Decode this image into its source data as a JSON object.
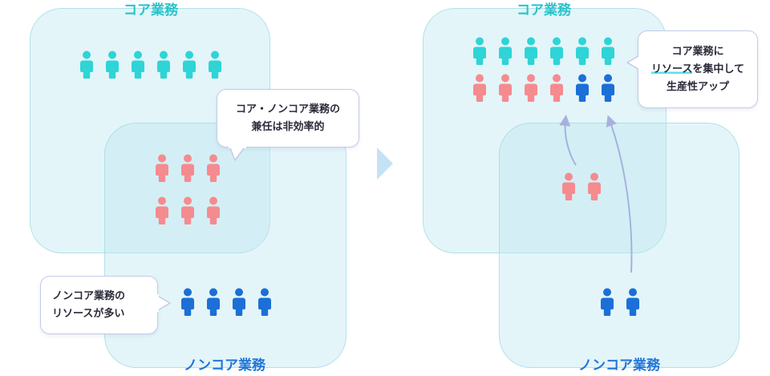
{
  "colors": {
    "core_person": "#2fd4d6",
    "shared_person": "#f58b8f",
    "noncore_person": "#1b6fd6",
    "core_label": "#27c4cb",
    "noncore_label": "#2175d9",
    "arrow": "#a8b1de"
  },
  "before": {
    "core_label": "コア業務",
    "noncore_label": "ノンコア業務",
    "bubble_shared": {
      "lines": [
        "コア・ノンコア業務の",
        "兼任は非効率的"
      ]
    },
    "bubble_noncore": {
      "lines": [
        "ノンコア業務の",
        "リソースが多い"
      ]
    },
    "core_people": 6,
    "shared_people": 6,
    "noncore_people": 4
  },
  "after": {
    "core_label": "コア業務",
    "noncore_label": "ノンコア業務",
    "bubble_result": {
      "line1": "コア業務に",
      "line2_highlight": "リソース",
      "line2_rest": "を集中して",
      "line3": "生産性アップ"
    },
    "core_people": 6,
    "shared_in_core": 4,
    "moved_people": 2,
    "shared_people": 2,
    "noncore_people": 2
  },
  "icons": {
    "transition": "chevron-right-icon",
    "person": "person-icon"
  }
}
